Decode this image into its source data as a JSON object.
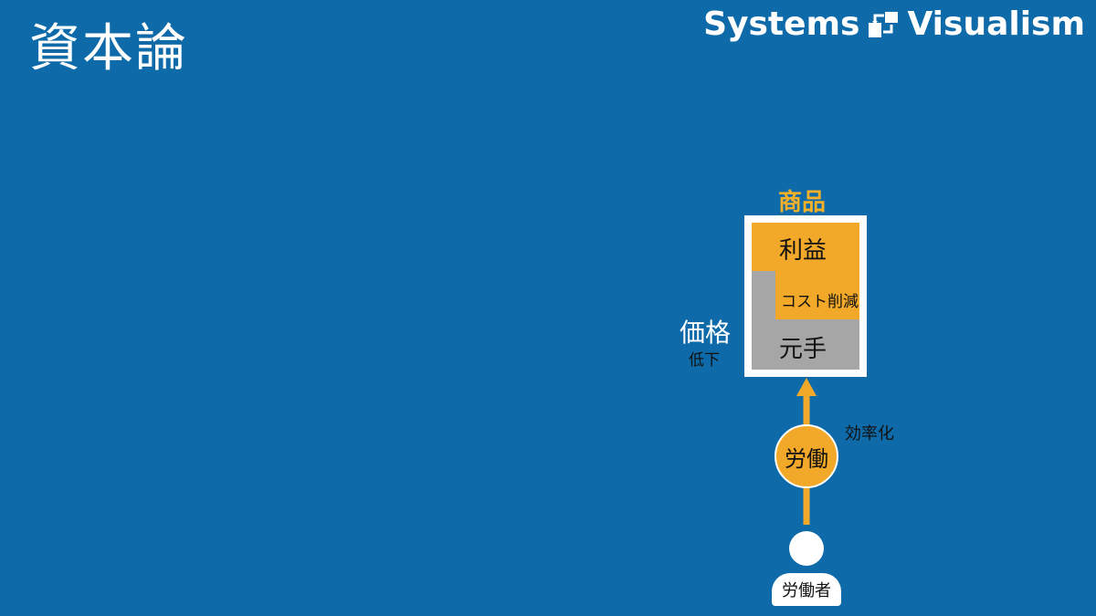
{
  "header": {
    "title": "資本論",
    "brand_left": "Systems",
    "brand_right": "Visualism",
    "brand_logo": "flow-diagram-icon"
  },
  "diagram": {
    "product_title": "商品",
    "segments": {
      "profit": "利益",
      "cost_reduction": "コスト削減",
      "capital": "元手"
    },
    "price_label": "価格",
    "price_change": "低下",
    "efficiency_label": "効率化",
    "labor_label": "労働",
    "worker_label": "労働者",
    "worker_icon": "person-icon",
    "colors": {
      "background": "#0E6AA8",
      "accent": "#F2A92A",
      "gray": "#A6A6A6",
      "white": "#FFFFFF"
    }
  }
}
